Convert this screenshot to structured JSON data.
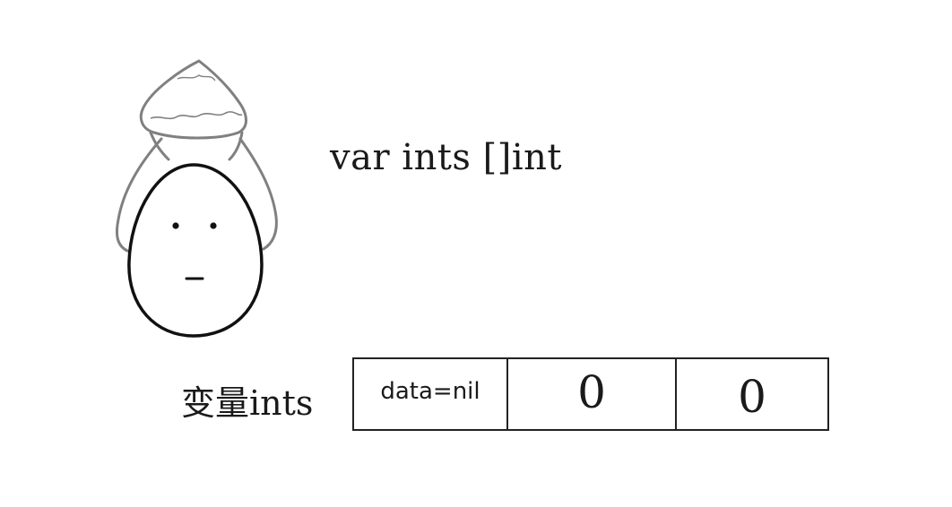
{
  "code": {
    "declaration": "var ints []int"
  },
  "variable": {
    "label": "变量ints"
  },
  "slice_header": {
    "data": "data=nil",
    "len": "0",
    "cap": "0"
  },
  "mascot": {
    "name": "egg-character-icon"
  },
  "colors": {
    "ink": "#1a1a1a",
    "outline_gray": "#808080",
    "background": "#ffffff"
  }
}
